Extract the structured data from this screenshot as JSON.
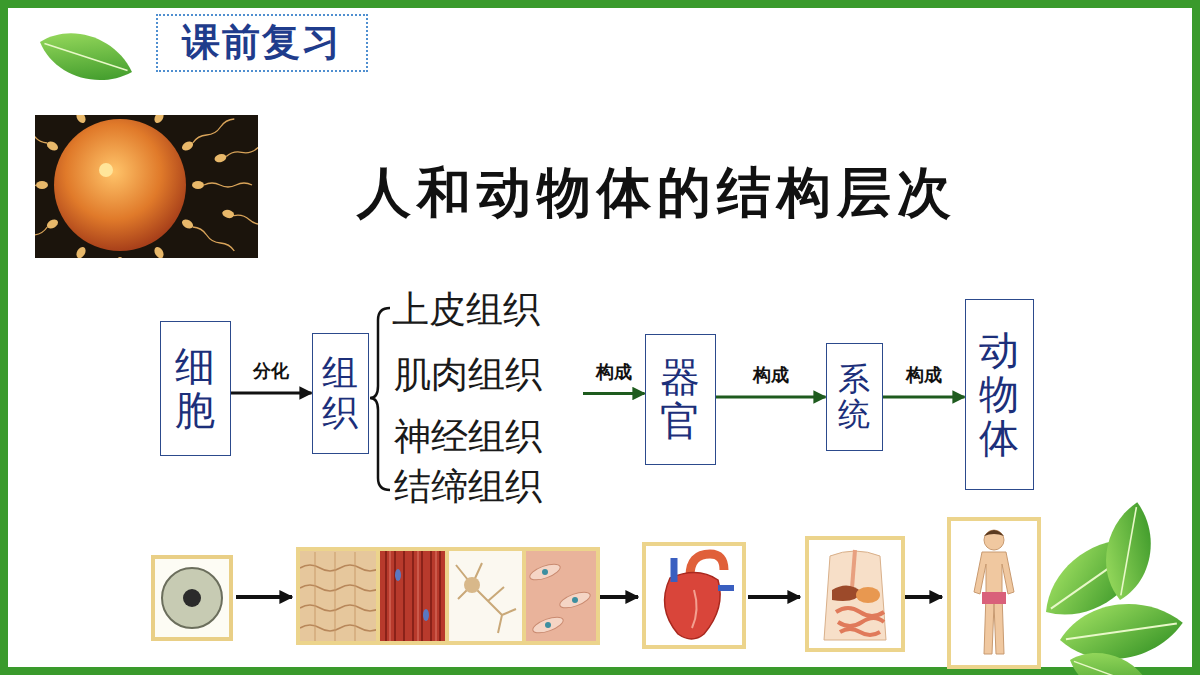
{
  "diagram": {
    "title": "人和动物体的结构层次",
    "nodes": [
      {
        "text": [
          "课前复习"
        ]
      },
      {
        "text": [
          "细胞"
        ]
      },
      {
        "text": [
          "组织"
        ]
      },
      {
        "text": [
          "器官"
        ]
      },
      {
        "text": [
          "系统"
        ]
      },
      {
        "text": [
          "动物体"
        ]
      }
    ],
    "edges": [
      {
        "from": 1,
        "to": 2,
        "label": "分化",
        "arrow": "to"
      },
      {
        "from": 2,
        "to": 3,
        "label": "构成",
        "arrow": "to"
      },
      {
        "from": 3,
        "to": 4,
        "label": "构成",
        "arrow": "to"
      },
      {
        "from": 4,
        "to": 5,
        "label": "构成",
        "arrow": "to"
      }
    ],
    "labels": [
      "上皮组织",
      "肌肉组织",
      "神经组织",
      "结缔组织"
    ]
  }
}
